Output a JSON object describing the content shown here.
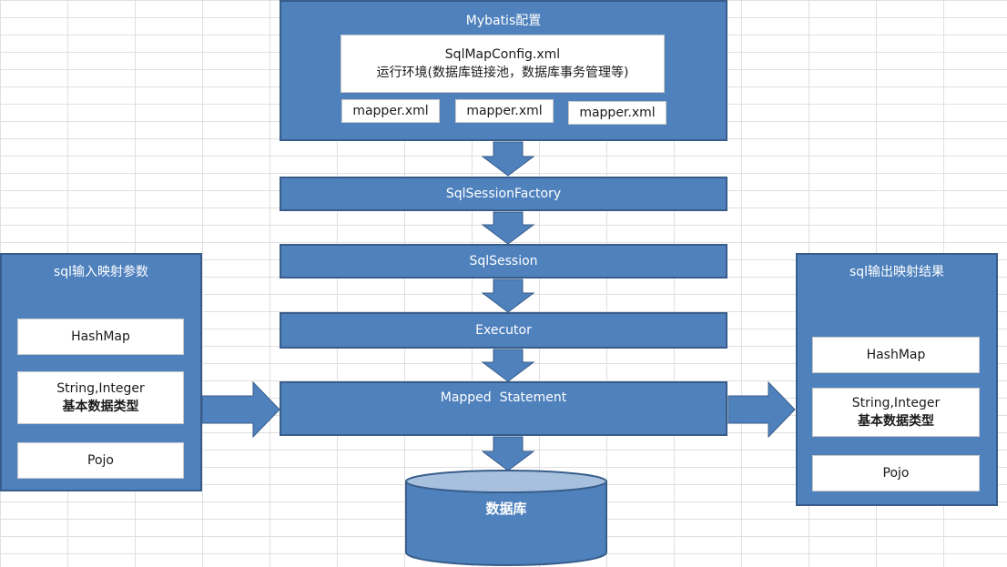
{
  "config": {
    "title": "Mybatis配置",
    "sqlmap_file": "SqlMapConfig.xml",
    "sqlmap_desc": "运行环境(数据库链接池，数据库事务管理等)",
    "mappers": [
      "mapper.xml",
      "mapper.xml",
      "mapper.xml"
    ]
  },
  "pipeline": {
    "factory": "SqlSessionFactory",
    "session": "SqlSession",
    "executor": "Executor",
    "mapped_statement": "Mapped  Statement",
    "database": "数据库"
  },
  "input": {
    "title": "sql输入映射参数",
    "hashmap": "HashMap",
    "primitive_line1": "String,Integer",
    "primitive_line2": "基本数据类型",
    "pojo": "Pojo"
  },
  "output": {
    "title": "sql输出映射结果",
    "hashmap": "HashMap",
    "primitive_line1": "String,Integer",
    "primitive_line2": "基本数据类型",
    "pojo": "Pojo"
  },
  "colors": {
    "box_fill": "#4f81bd",
    "box_border": "#385d8a",
    "arrow_fill": "#4f81bd",
    "db_top": "#a7c0de"
  }
}
